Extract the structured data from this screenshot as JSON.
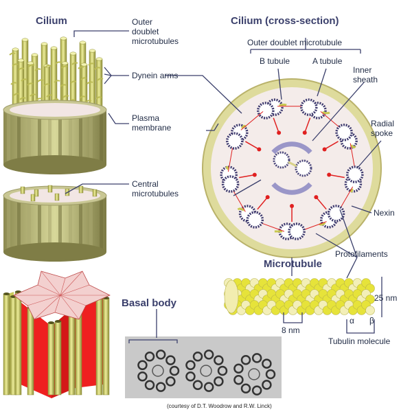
{
  "headings": {
    "cilium": "Cilium",
    "cross_section": "Cilium (cross-section)",
    "microtubule": "Microtubule",
    "basal_body": "Basal body"
  },
  "labels": {
    "outer_doublet": [
      "Outer",
      "doublet",
      "microtubules"
    ],
    "dynein_arms": "Dynein arms",
    "plasma_membrane": [
      "Plasma",
      "membrane"
    ],
    "central_microtubules": [
      "Central",
      "microtubules"
    ],
    "outer_doublet_microtubule": "Outer doublet microtubule",
    "b_tubule": "B tubule",
    "a_tubule": "A tubule",
    "inner_sheath": [
      "Inner",
      "sheath"
    ],
    "radial_spoke": [
      "Radial",
      "spoke"
    ],
    "nexin": "Nexin",
    "protofilaments": "Protofilaments",
    "nm25": "25 nm",
    "nm8": "8 nm",
    "alpha": "α",
    "beta": "β",
    "tubulin_molecule": "Tubulin molecule",
    "courtesy": "(courtesy of D.T. Woodrow and R.W. Linck)"
  },
  "colors": {
    "rod": "#cfcf6a",
    "rod_dark": "#8f8f3a",
    "membrane_fill": "#f4ecea",
    "membrane_ring": "#d8d28a",
    "dark_purple": "#3e3a6e",
    "spoke_red": "#e02020",
    "basal_red": "#ee2020",
    "leader": "#3a3f6b"
  }
}
